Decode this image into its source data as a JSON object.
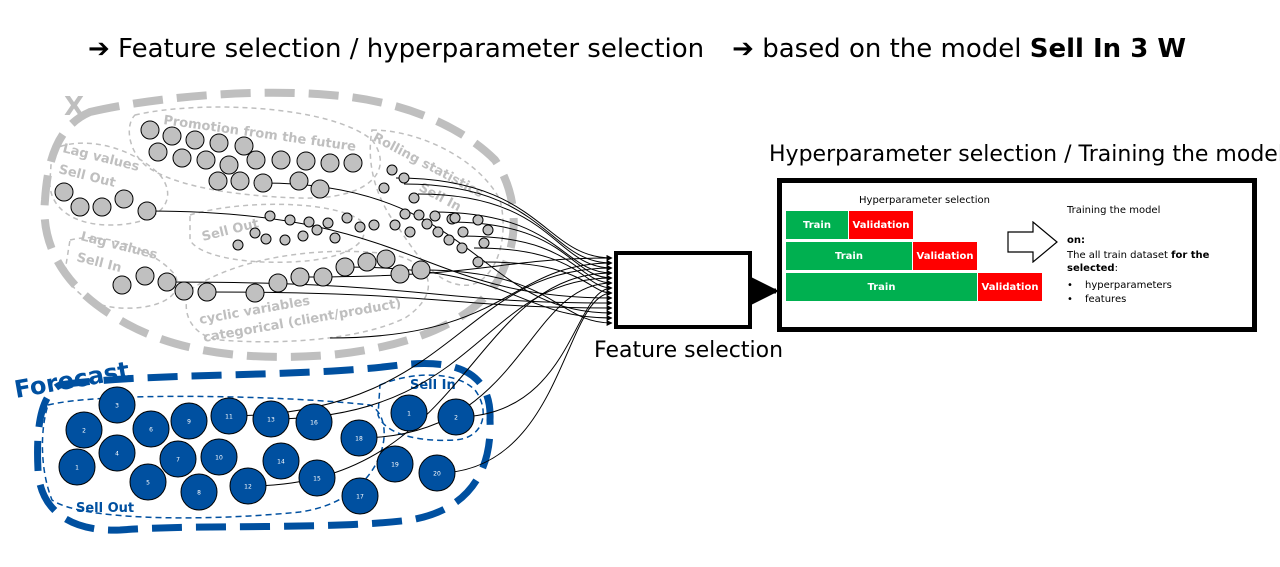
{
  "headline": {
    "part1": "➔ Feature selection / hyperparameter selection",
    "part2": "➔ based on the model",
    "model": "Sell In 3 W"
  },
  "historical_group": {
    "cross_mark": "X",
    "labels": {
      "promotion": "Promotion from the future",
      "rolling_stats": "Rolling statistics",
      "rolling_sell_in": "Sell In",
      "lag_sell_out_1": "Lag values",
      "lag_sell_out_2": "Sell Out",
      "lag_sell_in_1": "Lag values",
      "lag_sell_in_2": "Sell In",
      "sell_out": "Sell Out",
      "cyclic": "cyclic variables",
      "categorical": "categorical (client/product)"
    }
  },
  "forecast_group": {
    "title": "Forecast",
    "sell_out_label": "Sell Out",
    "sell_in_label": "Sell In",
    "sell_out_nodes": [
      "1",
      "2",
      "3",
      "4",
      "5",
      "6",
      "7",
      "8",
      "9",
      "10",
      "11",
      "12",
      "13",
      "14",
      "15",
      "16",
      "17",
      "18",
      "19",
      "20"
    ],
    "sell_in_nodes": [
      "1",
      "2"
    ]
  },
  "feature_selection": {
    "label": "Feature selection"
  },
  "hyperparameter_panel": {
    "title": "Hyperparameter selection / Training the model",
    "subtitle": "Hyperparameter selection",
    "folds": [
      {
        "train": "Train",
        "validation": "Validation"
      },
      {
        "train": "Train",
        "validation": "Validation"
      },
      {
        "train": "Train",
        "validation": "Validation"
      }
    ],
    "training_title": "Training the model",
    "on_label": "on:",
    "desc_pre": "The all train dataset ",
    "desc_bold": "for the selected",
    "desc_post": ":",
    "bullets": [
      "hyperparameters",
      "features"
    ]
  },
  "colors": {
    "grey_fill": "#c0c0c0",
    "grey_outline": "#bfbfbf",
    "blue": "#0050a0",
    "green": "#00b050",
    "red": "#ff0000"
  }
}
